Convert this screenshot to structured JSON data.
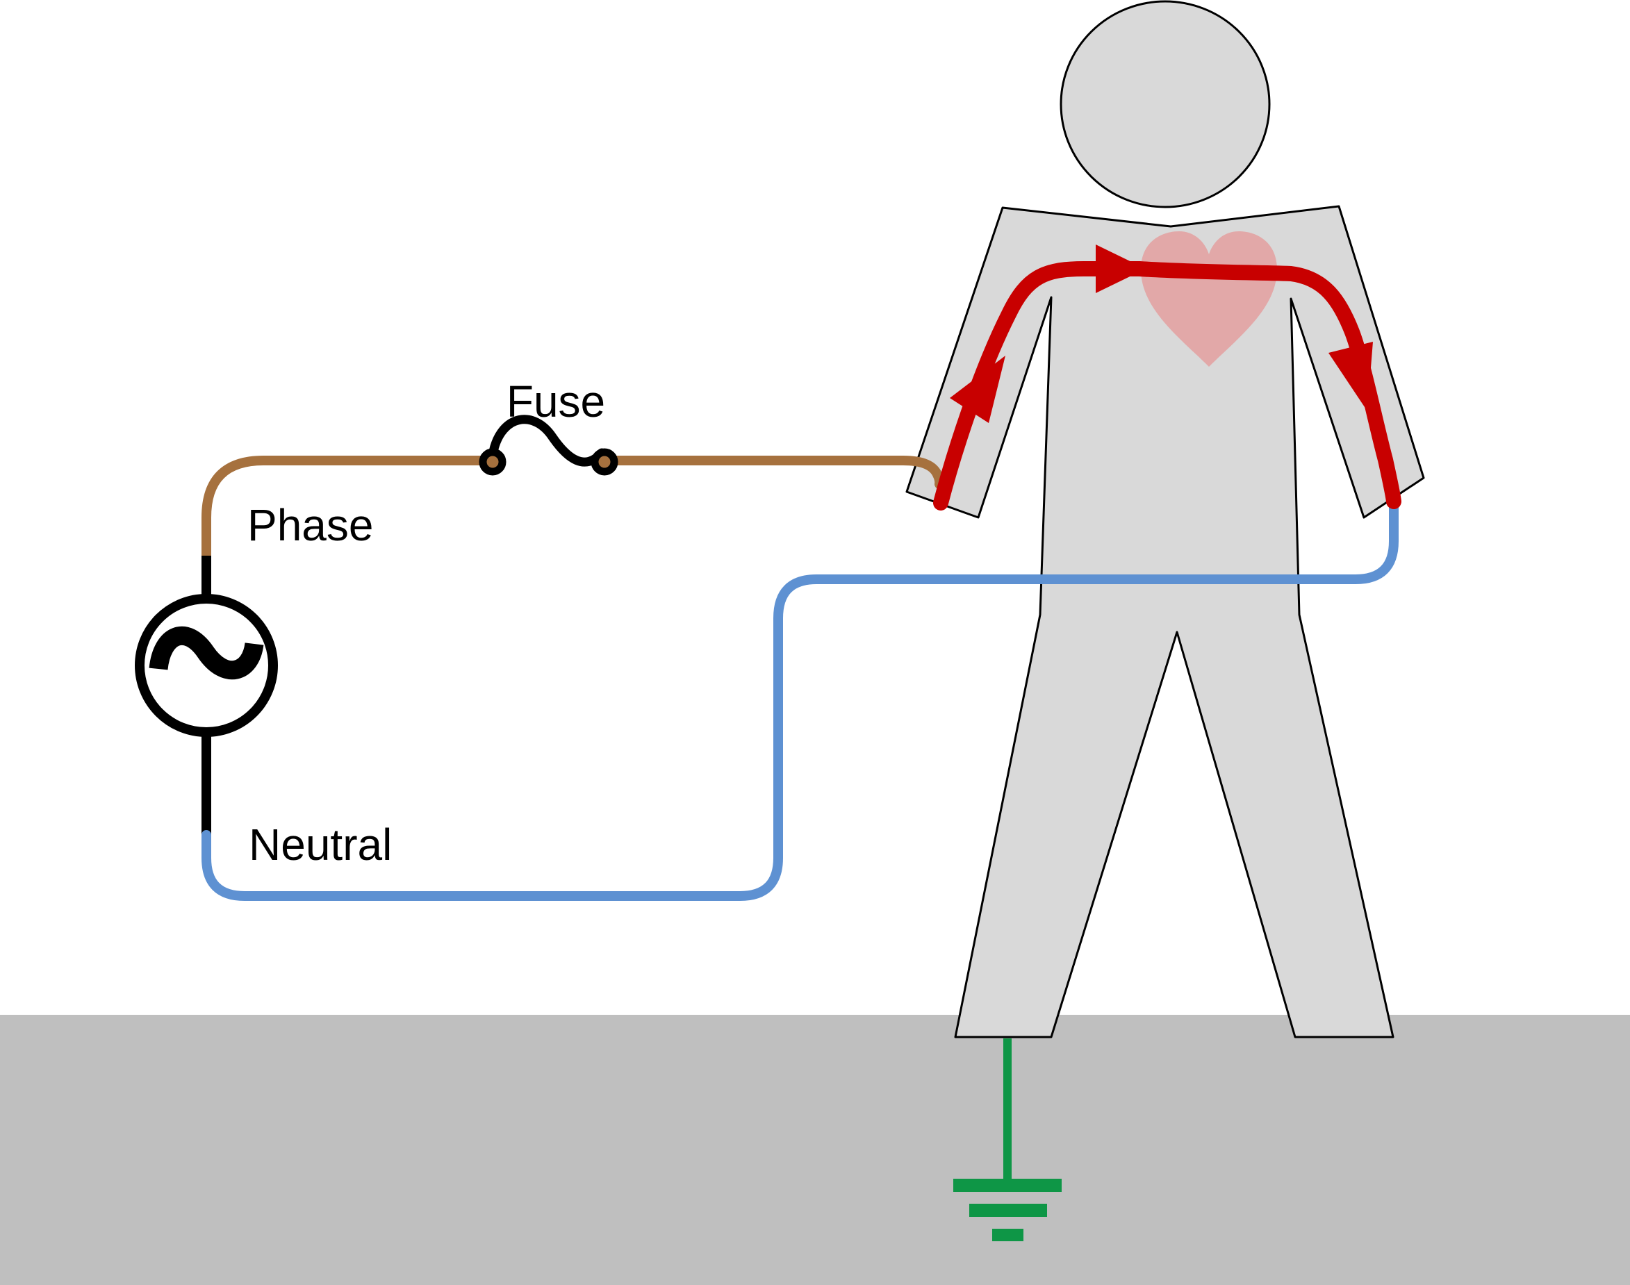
{
  "diagram": {
    "type": "electrical-safety-schematic",
    "labels": {
      "fuse": "Fuse",
      "phase": "Phase",
      "neutral": "Neutral"
    },
    "icons": {
      "ac_source": "ac-source-icon",
      "fuse": "fuse-icon",
      "earth_ground": "earth-ground-icon",
      "heart": "heart-icon",
      "person": "person-figure",
      "current_arrows": "current-arrow-icon"
    },
    "colors": {
      "background": "#FFFFFF",
      "phase_wire": "#A6713E",
      "neutral_wire": "#5E91D2",
      "black_wire": "#000000",
      "current": "#C80000",
      "heart_fill": "#E2A8A8",
      "body_fill": "#D9D9D9",
      "body_outline": "#000000",
      "ground_fill": "#BFBFBF",
      "earth_green": "#0E9646",
      "label_text": "#000000"
    }
  }
}
